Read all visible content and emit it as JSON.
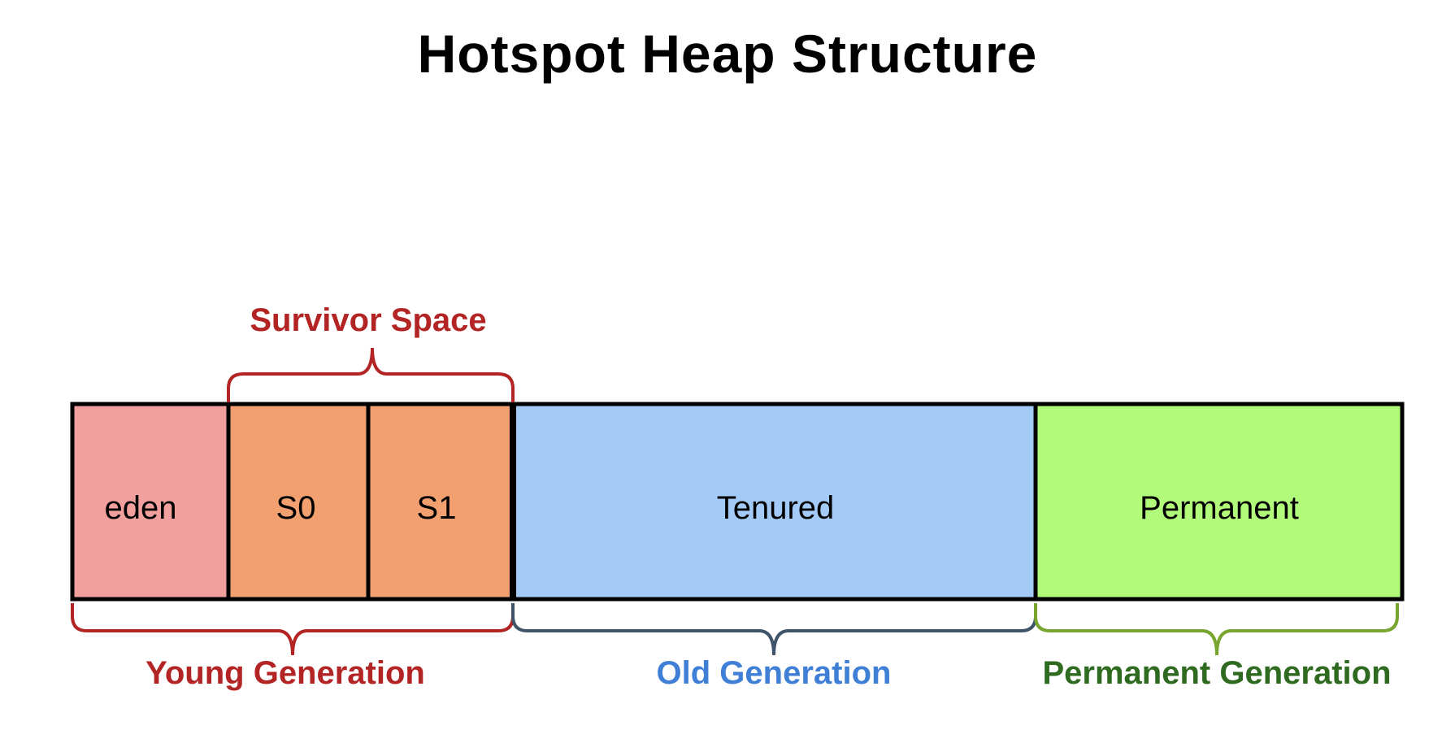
{
  "title": "Hotspot Heap Structure",
  "segments": [
    {
      "id": "eden",
      "label": "eden",
      "color": "#f2a09e"
    },
    {
      "id": "s0",
      "label": "S0",
      "color": "#f2a070"
    },
    {
      "id": "s1",
      "label": "S1",
      "color": "#f2a070"
    },
    {
      "id": "tenured",
      "label": "Tenured",
      "color": "#a4cbf8"
    },
    {
      "id": "permanent",
      "label": "Permanent",
      "color": "#b2fb7a"
    }
  ],
  "groups": {
    "survivor_space": {
      "label": "Survivor Space",
      "color": "#b32424"
    },
    "young_generation": {
      "label": "Young Generation",
      "color": "#b32424"
    },
    "old_generation": {
      "label": "Old Generation",
      "color": "#3f7fd6",
      "brace_color": "#3f5468"
    },
    "permanent_generation": {
      "label": "Permanent Generation",
      "color": "#2e6a1f",
      "brace_color": "#77a52e"
    }
  }
}
